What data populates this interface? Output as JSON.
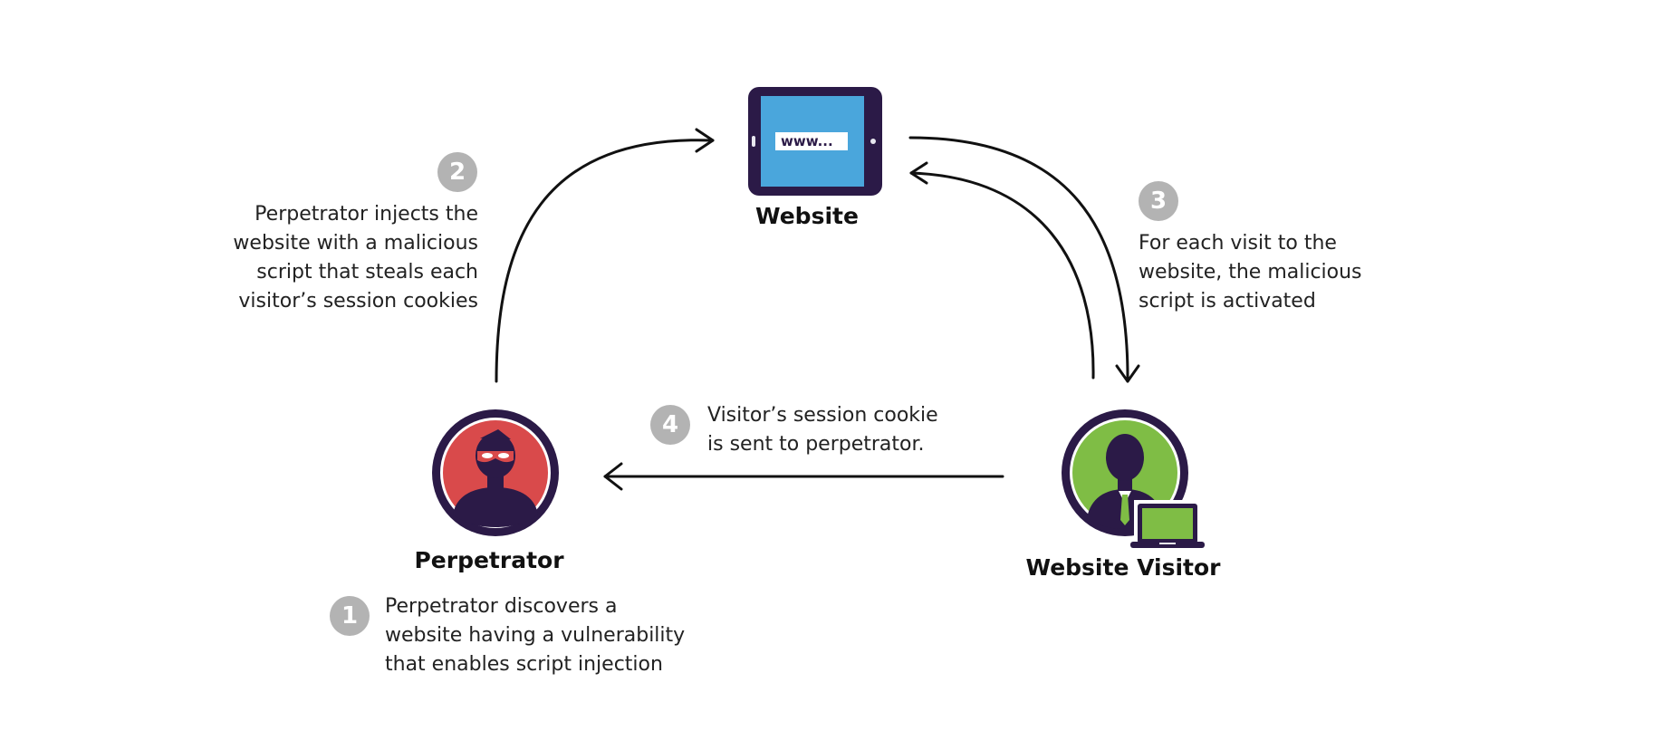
{
  "colors": {
    "dark_purple": "#2b1a47",
    "website_screen": "#4aa6dc",
    "perpetrator_bg": "#d94a4b",
    "visitor_bg": "#7fbd45",
    "badge_gray": "#b3b3b3",
    "arrow": "#111111"
  },
  "nodes": {
    "website": {
      "label": "Website",
      "url_text": "www...",
      "icon": "tablet-icon"
    },
    "perpetrator": {
      "label": "Perpetrator",
      "icon": "masked-person-icon"
    },
    "visitor": {
      "label": "Website Visitor",
      "icon": "businessman-laptop-icon"
    }
  },
  "steps": [
    {
      "number": "1",
      "lines": [
        "Perpetrator discovers a",
        "website having a vulnerability",
        "that enables script injection"
      ]
    },
    {
      "number": "2",
      "lines": [
        "Perpetrator injects the",
        "website with a malicious",
        "script that steals each",
        "visitor’s session cookies"
      ]
    },
    {
      "number": "3",
      "lines": [
        "For each visit to the",
        "website, the malicious",
        "script is activated"
      ]
    },
    {
      "number": "4",
      "lines": [
        "Visitor’s session cookie",
        "is sent to perpetrator."
      ]
    }
  ]
}
